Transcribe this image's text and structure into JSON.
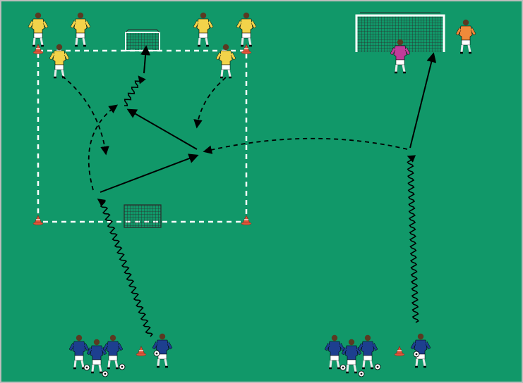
{
  "diagram": {
    "kind": "soccer training drill",
    "colors": {
      "pitch": "#119869",
      "pitch_border": "#bdbdbd",
      "zone_line": "#ffffff",
      "move_arrow": "#000000",
      "attacker_shirt": "#1d3f8f",
      "defender_shirt": "#f2d34a",
      "keeper_shirt": "#c03c9a",
      "keeper2_shirt": "#f08a3a",
      "cone": "#e0553a",
      "goal_frame": "#ffffff",
      "goal_net": "#2a2a2a"
    },
    "counts": {
      "defenders": 6,
      "attackers_left_group": 4,
      "attackers_right_group": 4,
      "keepers": 2,
      "cones": 6,
      "goals": 3
    },
    "legend_text": ""
  }
}
